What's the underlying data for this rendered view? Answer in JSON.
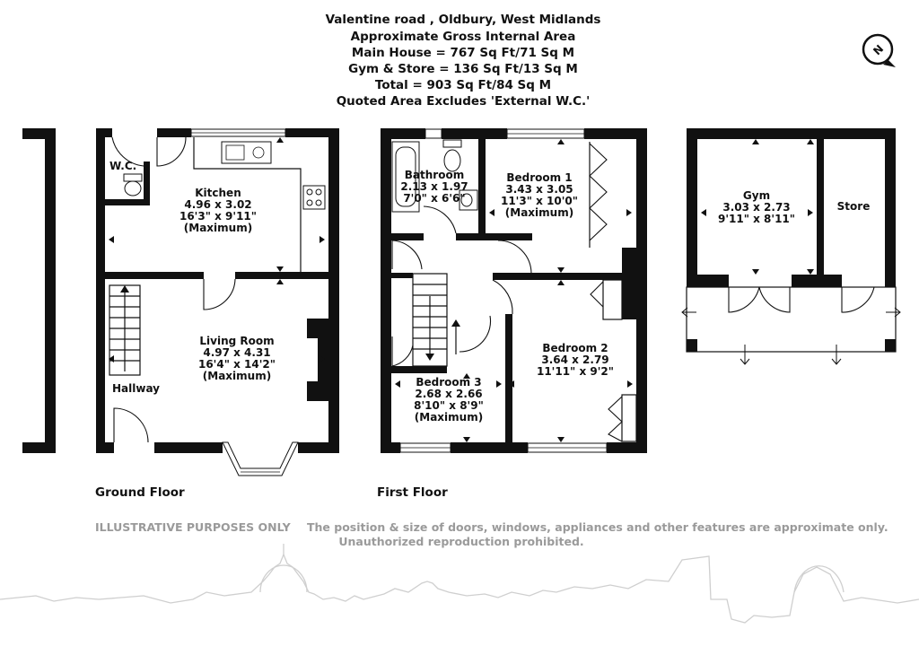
{
  "header": {
    "address": "Valentine road , Oldbury, West Midlands",
    "area_title": "Approximate Gross Internal Area",
    "main_house": "Main House = 767 Sq Ft/71 Sq M",
    "gym_store": "Gym & Store = 136 Sq Ft/13 Sq M",
    "total": "Total = 903 Sq Ft/84 Sq M",
    "note": "Quoted Area Excludes 'External W.C.'"
  },
  "compass": {
    "letter": "N",
    "icon": "north-arrow-icon"
  },
  "floors": {
    "ground": {
      "label": "Ground Floor",
      "wc": {
        "name": "W.C."
      },
      "kitchen": {
        "name": "Kitchen",
        "metric": "4.96 x 3.02",
        "imperial": "16'3\" x 9'11\"",
        "note": "(Maximum)"
      },
      "living": {
        "name": "Living Room",
        "metric": "4.97 x 4.31",
        "imperial": "16'4\" x 14'2\"",
        "note": "(Maximum)"
      },
      "hallway": {
        "name": "Hallway"
      }
    },
    "first": {
      "label": "First Floor",
      "bathroom": {
        "name": "Bathroom",
        "metric": "2.13 x 1.97",
        "imperial": "7'0\" x 6'6\""
      },
      "bedroom1": {
        "name": "Bedroom 1",
        "metric": "3.43 x 3.05",
        "imperial": "11'3\" x 10'0\"",
        "note": "(Maximum)"
      },
      "bedroom2": {
        "name": "Bedroom 2",
        "metric": "3.64 x 2.79",
        "imperial": "11'11\" x 9'2\""
      },
      "bedroom3": {
        "name": "Bedroom 3",
        "metric": "2.68 x 2.66",
        "imperial": "8'10\" x 8'9\"",
        "note": "(Maximum)"
      }
    },
    "outbuilding": {
      "gym": {
        "name": "Gym",
        "metric": "3.03 x 2.73",
        "imperial": "9'11\" x 8'11\""
      },
      "store": {
        "name": "Store"
      }
    }
  },
  "footer": {
    "bold_part": "ILLUSTRATIVE PURPOSES ONLY",
    "rest": "The position & size of doors, windows, appliances and other features are approximate only.",
    "line2": "Unauthorized reproduction prohibited."
  }
}
